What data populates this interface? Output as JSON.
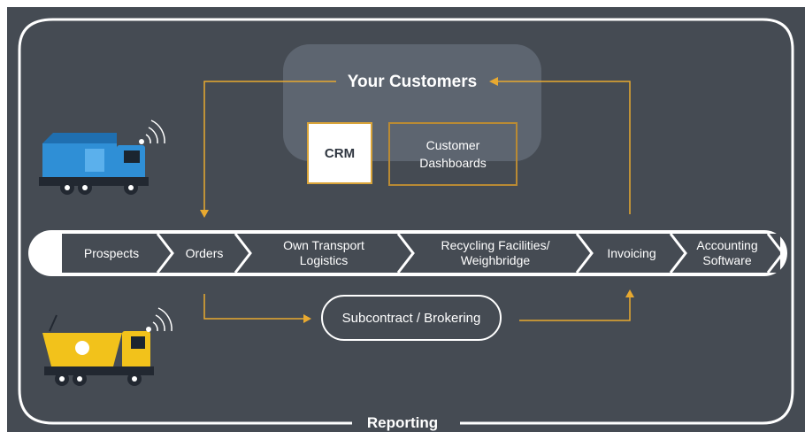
{
  "title": "Your Customers",
  "boxes": {
    "crm": "CRM",
    "dashboards_line1": "Customer",
    "dashboards_line2": "Dashboards"
  },
  "pipeline": [
    {
      "line1": "Prospects",
      "line2": ""
    },
    {
      "line1": "Orders",
      "line2": ""
    },
    {
      "line1": "Own Transport",
      "line2": "Logistics"
    },
    {
      "line1": "Recycling Facilities/",
      "line2": "Weighbridge"
    },
    {
      "line1": "Invoicing",
      "line2": ""
    },
    {
      "line1": "Accounting",
      "line2": "Software"
    }
  ],
  "subcontract": "Subcontract / Brokering",
  "footer": "Reporting",
  "icons": {
    "truck_top": "blue-garbage-truck-icon",
    "truck_bottom": "yellow-skip-truck-icon"
  },
  "colors": {
    "background": "#454b53",
    "accent": "#e8a930",
    "outline": "#ffffff",
    "customers_panel": "#5d6570",
    "truck_blue": "#2f8fd6",
    "truck_yellow": "#f2c21b"
  }
}
